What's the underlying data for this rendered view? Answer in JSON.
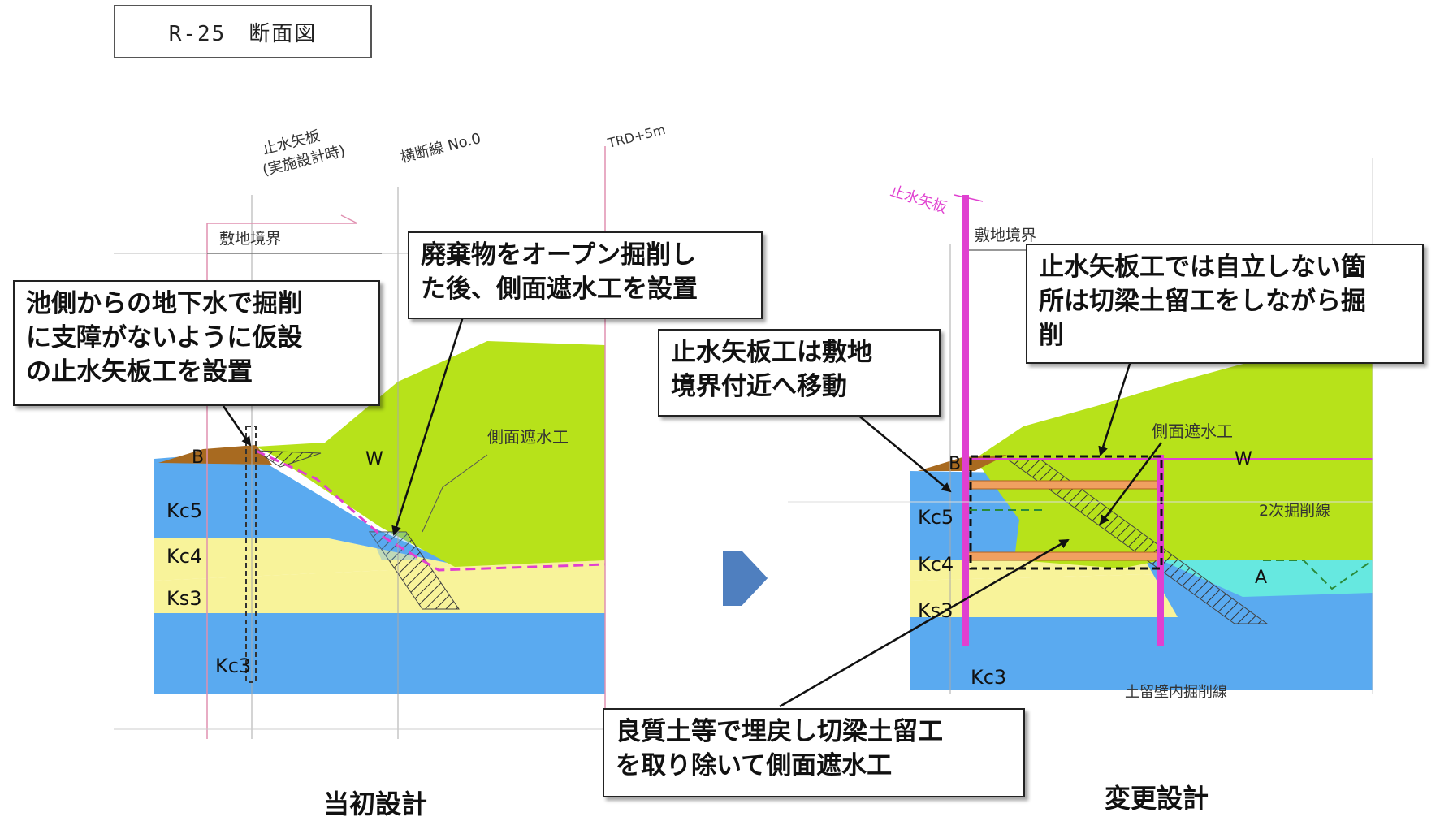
{
  "title": "R-25　断面図",
  "left": {
    "caption": "当初設計",
    "header_labels": {
      "sheet_pile": "止水矢板\n(実施設計時)",
      "cross_line": "横断線 No.0",
      "trd": "TRD+5m",
      "boundary": "敷地境界"
    },
    "layer_labels": {
      "b": "B",
      "w": "W",
      "kc5": "Kc5",
      "kc4": "Kc4",
      "ks3": "Ks3",
      "kc3": "Kc3"
    },
    "side_wall_label": "側面遮水工",
    "callout_groundwater": "池側からの地下水で掘削\nに支障がないように仮設\nの止水矢板工を設置",
    "callout_open_excavation": "廃棄物をオープン掘削し\nた後、側面遮水工を設置"
  },
  "right": {
    "caption": "変更設計",
    "header_labels": {
      "sheet_pile": "止水矢板",
      "boundary": "敷地境界"
    },
    "layer_labels": {
      "b": "B",
      "w": "W",
      "kc5": "Kc5",
      "kc4": "Kc4",
      "ks3": "Ks3",
      "kc3": "Kc3",
      "a": "A"
    },
    "side_wall_label": "側面遮水工",
    "secondary_line_label": "2次掘削線",
    "partial_bottom_label": "土留壁内掘削線",
    "callout_move": "止水矢板工は敷地\n境界付近へ移動",
    "callout_strut": "止水矢板工では自立しない箇\n所は切梁土留工をしながら掘\n削",
    "callout_backfill": "良質土等で埋戻し切梁土留工\nを取り除いて側面遮水工"
  },
  "colors": {
    "waste_green": "#b7e21a",
    "clay_blue": "#5aaaf0",
    "sand_yellow": "#f8f39a",
    "surface_brown": "#a86a20",
    "sheet_pile_magenta": "#e040d0",
    "arrow_blue": "#4f7fbf",
    "cyan_layer": "#66e8e0"
  }
}
